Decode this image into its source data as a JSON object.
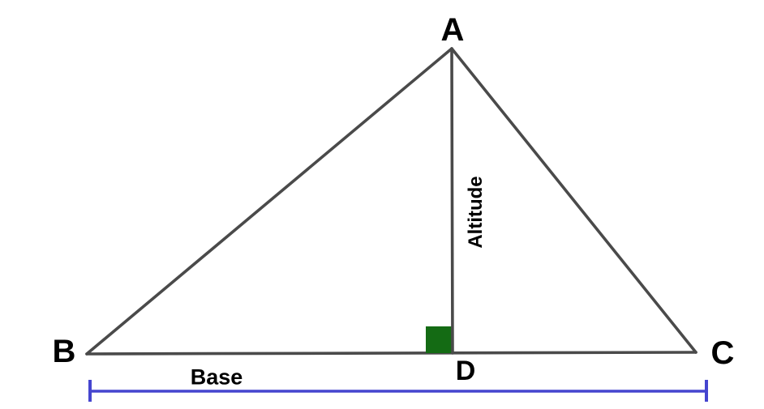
{
  "diagram": {
    "type": "geometry-triangle-altitude",
    "vertex_labels": {
      "apex": "A",
      "bottom_left": "B",
      "bottom_right": "C",
      "altitude_foot": "D"
    },
    "segment_labels": {
      "altitude": "Altitude",
      "base": "Base"
    },
    "colors": {
      "triangle_line": "#4a4a4a",
      "right_angle_marker": "#146b14",
      "dimension_line": "#4545cf",
      "label_text": "#000000"
    }
  }
}
